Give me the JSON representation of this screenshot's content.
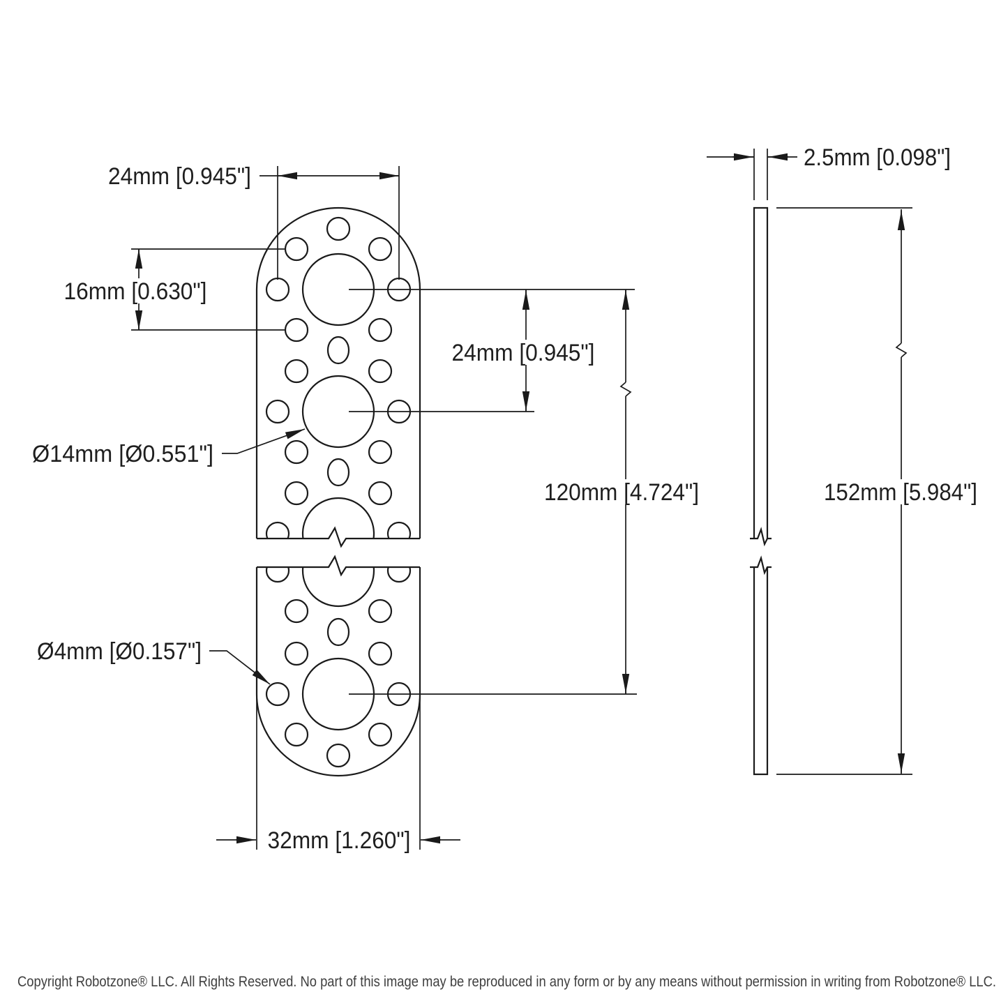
{
  "colors": {
    "background": "#ffffff",
    "line": "#1a1a1a",
    "text": "#1f1f1f",
    "copyright": "#3f3f3f"
  },
  "front_view": {
    "dim_top_hole_span": "24mm [0.945\"]",
    "dim_row_spacing": "16mm [0.630\"]",
    "dim_hub_spacing": "24mm [0.945\"]",
    "label_large_hole": "Ø14mm [Ø0.551\"]",
    "dim_hub_to_hub_span": "120mm [4.724\"]",
    "label_small_hole": "Ø4mm [Ø0.157\"]",
    "dim_width": "32mm [1.260\"]"
  },
  "side_view": {
    "dim_thickness": "2.5mm [0.098\"]",
    "dim_overall_length": "152mm [5.984\"]"
  },
  "footer": {
    "copyright": "Copyright Robotzone® LLC.  All Rights Reserved. No part of this image may be reproduced in any form or by any means without permission in writing from Robotzone® LLC."
  }
}
